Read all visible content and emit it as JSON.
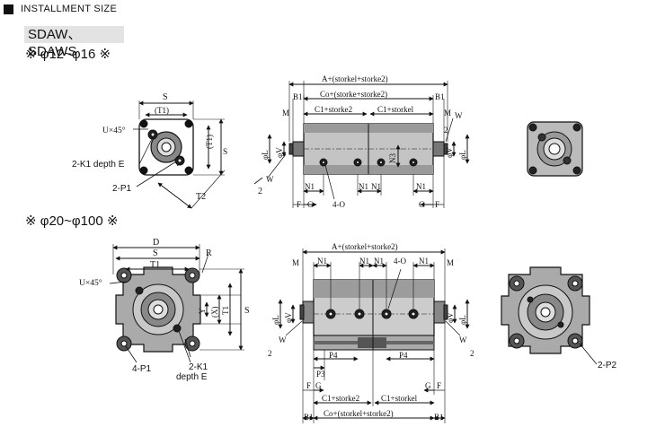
{
  "header": {
    "title": "INSTALLMENT SIZE"
  },
  "model_label": "SDAW、SDAWS",
  "section_small": {
    "range": "※ φ12~φ16 ※"
  },
  "section_large": {
    "range": "※ φ20~φ100 ※"
  },
  "labels": {
    "s": "S",
    "t1_paren": "(T1)",
    "u45": "U×45°",
    "t1v": "(T1)",
    "k1_depth": "2-K1  depth E",
    "p1": "2-P1",
    "t2": "T2",
    "s_side": "S",
    "a_stroke": "A+(storkel+storke2)",
    "co_stroke": "Co+(storke+storke2)",
    "b1": "B1",
    "m": "M",
    "c1_s2": "C1+storke2",
    "c1_s1": "C1+storkel",
    "w": "W",
    "two": "2",
    "phi_l": "φL",
    "phi_v": "φV",
    "n3": "N3",
    "n1": "N1",
    "f": "F",
    "g": "G",
    "four_o": "4-O",
    "d": "D",
    "r": "R",
    "t1": "T1",
    "y": "Y",
    "x_paren": "(X)",
    "p4": "P4",
    "p3": "P3",
    "four_p1": "4-P1",
    "two_k1": "2-K1",
    "depth_e": "depth E",
    "two_p2": "2-P2",
    "co_stroke_b": "Co+(storkel+storke2)"
  }
}
